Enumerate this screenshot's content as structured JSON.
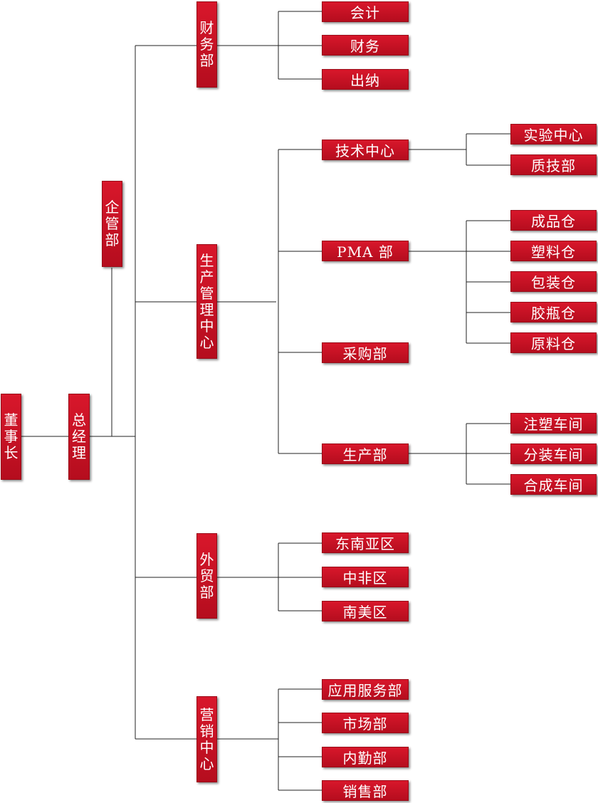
{
  "org": {
    "chairman": "董事长",
    "general_manager": "总经理",
    "enterprise_mgmt": "企管部",
    "finance": {
      "label": "财务部",
      "children": [
        "会计",
        "财务",
        "出纳"
      ]
    },
    "production_center": {
      "label": "生产管理中心",
      "tech_center": {
        "label": "技术中心",
        "children": [
          "实验中心",
          "质技部"
        ]
      },
      "pma": {
        "label": "PMA 部",
        "children": [
          "成品仓",
          "塑料仓",
          "包装仓",
          "胶瓶仓",
          "原料仓"
        ]
      },
      "purchasing": "采购部",
      "production": {
        "label": "生产部",
        "children": [
          "注塑车间",
          "分装车间",
          "合成车间"
        ]
      }
    },
    "foreign_trade": {
      "label": "外贸部",
      "children": [
        "东南亚区",
        "中非区",
        "南美区"
      ]
    },
    "marketing": {
      "label": "营销中心",
      "children": [
        "应用服务部",
        "市场部",
        "内勤部",
        "销售部"
      ]
    }
  },
  "colors": {
    "box_fill": "#c8102e",
    "box_text": "#ffffff",
    "connector": "#222222"
  }
}
